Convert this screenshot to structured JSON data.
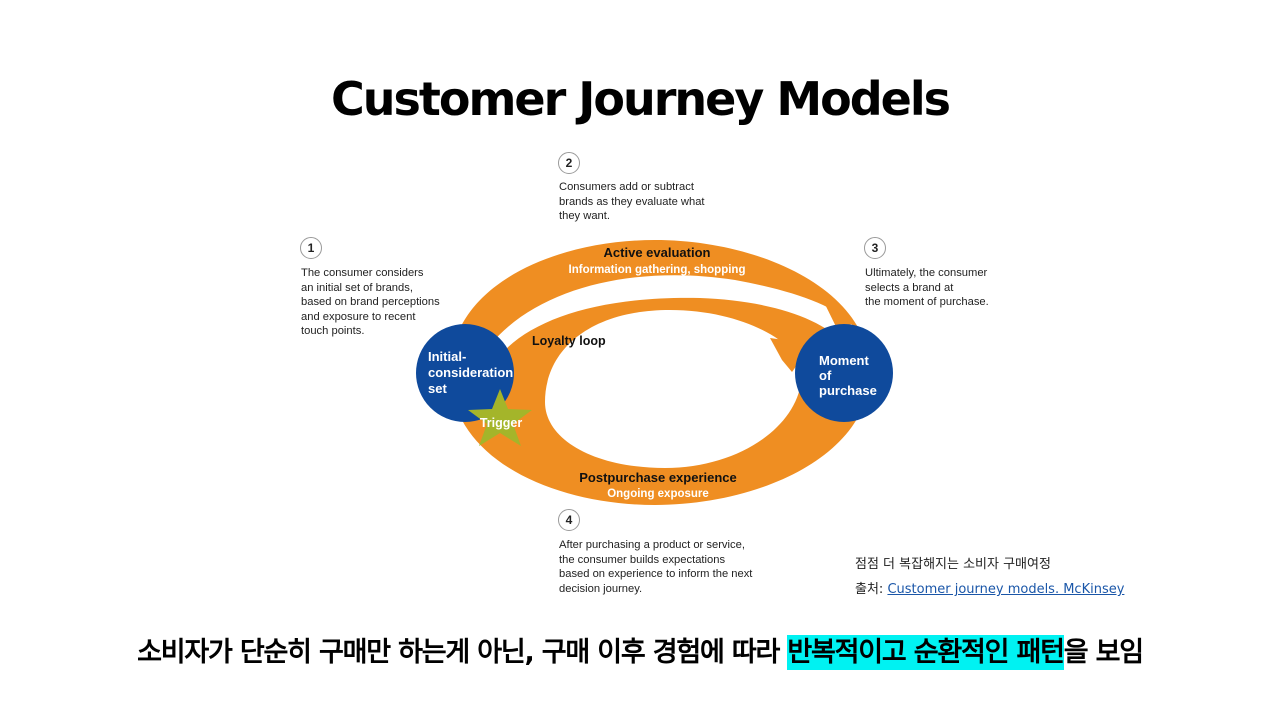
{
  "title": "Customer Journey Models",
  "steps": [
    {
      "num": "1",
      "text": "The consumer considers\nan initial set of brands,\nbased on brand perceptions\nand exposure to recent\ntouch points."
    },
    {
      "num": "2",
      "text": "Consumers add or subtract\nbrands as they evaluate what\nthey want."
    },
    {
      "num": "3",
      "text": "Ultimately, the consumer\nselects a brand at\nthe moment of purchase."
    },
    {
      "num": "4",
      "text": "After purchasing a product or service,\nthe consumer builds expectations\nbased on experience to inform the next\ndecision journey."
    }
  ],
  "diagram": {
    "active_eval": "Active evaluation",
    "active_eval_sub": "Information gathering, shopping",
    "loyalty_loop": "Loyalty loop",
    "initial_line1": "Initial-",
    "initial_line2": "consideration",
    "initial_line3": "set",
    "moment_line1": "Moment",
    "moment_line2": "of",
    "moment_line3": "purchase",
    "trigger": "Trigger",
    "postpurchase": "Postpurchase experience",
    "postpurchase_sub": "Ongoing exposure",
    "colors": {
      "orange": "#ef8e22",
      "blue": "#0f4a9c",
      "star": "#a4b52a",
      "highlight": "#00f2f2"
    }
  },
  "caption": {
    "line1": "점점 더 복잡해지는 소비자 구매여정",
    "source_prefix": "출처: ",
    "source_link": "Customer journey models. McKinsey"
  },
  "bottom": {
    "before": "소비자가 단순히 구매만 하는게 아닌, 구매 이후 경험에 따라 ",
    "highlight": "반복적이고 순환적인 패턴",
    "after": "을 보임"
  }
}
